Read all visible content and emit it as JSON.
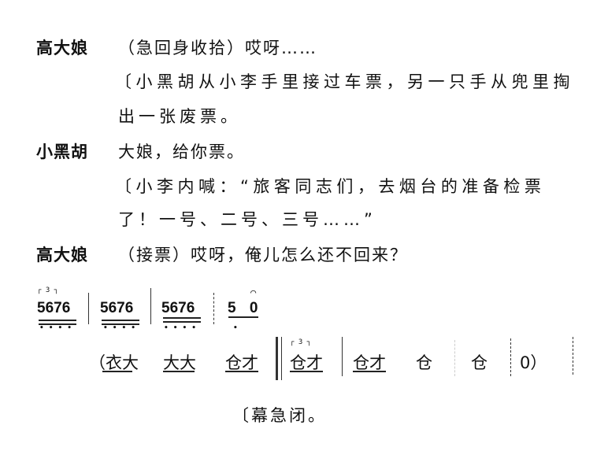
{
  "script": [
    {
      "speaker": "高大娘",
      "text": "（急回身收拾）哎呀……"
    },
    {
      "direction_lines": [
        "〔小黑胡从小李手里接过车票，另一只手从兜里掏",
        "出一张废票。"
      ]
    },
    {
      "speaker": "小黑胡",
      "text": "大娘，给你票。"
    },
    {
      "direction_lines": [
        "〔小李内喊：“旅客同志们，去烟台的准备检票",
        "了！一号、二号、三号……”"
      ]
    },
    {
      "speaker": "高大娘",
      "text": "（接票）哎呀，俺儿怎么还不回来？"
    }
  ],
  "music": {
    "notes": [
      "5676",
      "5676",
      "5676",
      "5 0"
    ],
    "bracket": "┌ 3 ┐",
    "fermata": "⌒",
    "percussion": [
      "（衣大",
      "大大",
      "仓才",
      "仓才",
      "仓才",
      "仓",
      "仓",
      "0）"
    ]
  },
  "closing": "〔幕急闭。"
}
